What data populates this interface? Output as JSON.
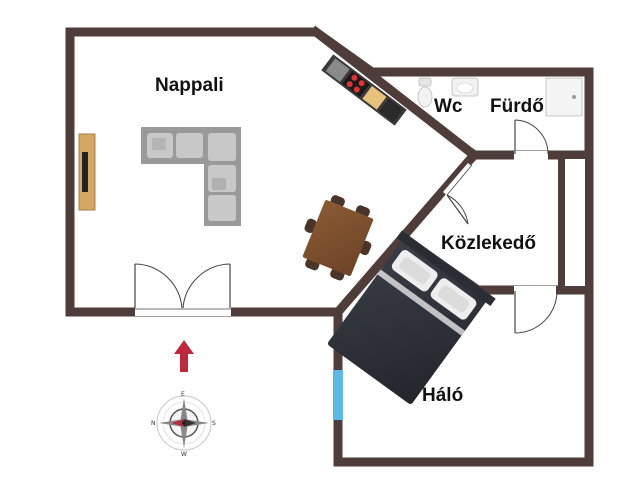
{
  "rooms": {
    "nappali": "Nappali",
    "wc": "Wc",
    "furdo": "Fürdő",
    "kozlekedo": "Közlekedő",
    "halo": "Háló"
  },
  "compass": {
    "n": "N",
    "e": "E",
    "s": "S",
    "w": "W"
  },
  "colors": {
    "wall": "#4e3d3a",
    "window": "#5bb8e8",
    "arrow": "#c0283f",
    "floor": "#ffffff"
  }
}
